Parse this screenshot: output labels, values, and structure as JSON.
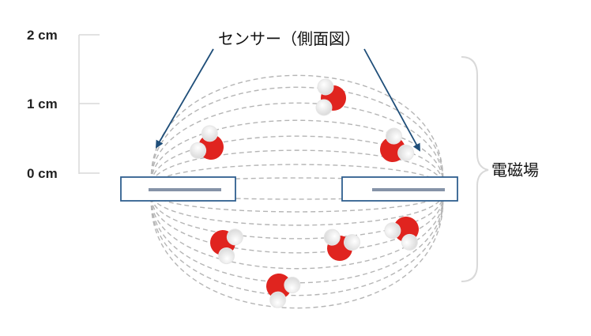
{
  "scale": {
    "ticks": [
      {
        "label": "2 cm"
      },
      {
        "label": "1 cm"
      },
      {
        "label": "0 cm"
      }
    ]
  },
  "sensor": {
    "label": "センサー（側面図）"
  },
  "field": {
    "label": "電磁場"
  },
  "colors": {
    "field_lines": "#b5b5b5",
    "sensor_border": "#2f5f8f",
    "electrode": "#8593a8",
    "arrow": "#1f4e79",
    "bracket": "#d9d9d9",
    "oxygen": "#e0241f",
    "hydrogen": "#ffffff"
  }
}
